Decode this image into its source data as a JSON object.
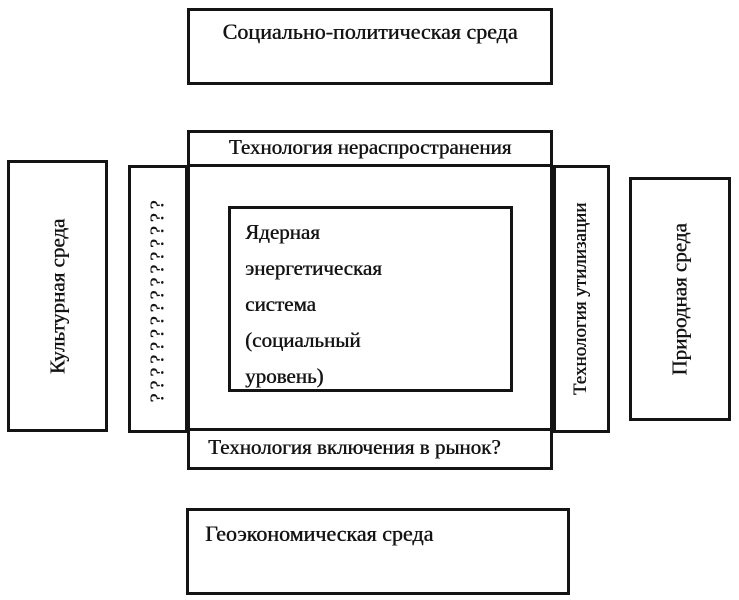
{
  "diagram": {
    "top_box_label": "Социально-политическая среда",
    "nonproliferation_bar_label": "Технология нераспространения",
    "market_bar_label": "Технология включения в рынок?",
    "center_box_text": "Ядерная\nэнергетическая\nсистема\n(социальный\nуровень)",
    "cultural_box_label": "Культурная среда",
    "question_strip_label": "????????????????",
    "utilization_strip_label": "Технология утилизации",
    "natural_box_label": "Природная среда",
    "geoeconomic_box_label": "Геоэкономическая среда",
    "colors": {
      "border": "#141414",
      "text": "#141414",
      "background": "#ffffff"
    }
  }
}
